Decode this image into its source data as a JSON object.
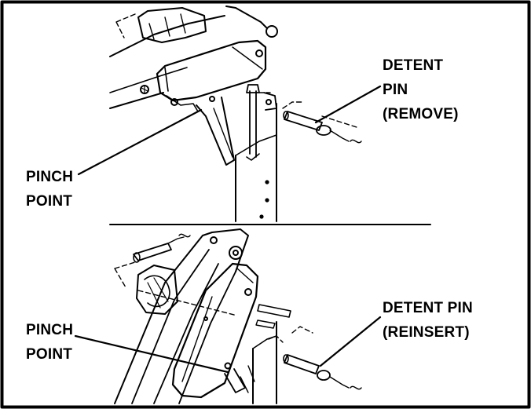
{
  "callouts": {
    "top": {
      "detent_pin": {
        "lines": [
          "DETENT",
          "PIN",
          "(REMOVE)"
        ]
      },
      "pinch_point": {
        "lines": [
          "PINCH",
          "POINT"
        ]
      }
    },
    "bottom": {
      "detent_pin": {
        "lines": [
          "DETENT PIN",
          "(REINSERT)"
        ]
      },
      "pinch_point": {
        "lines": [
          "PINCH",
          "POINT"
        ]
      }
    }
  },
  "colors": {
    "line": "#000000",
    "background": "#ffffff"
  }
}
